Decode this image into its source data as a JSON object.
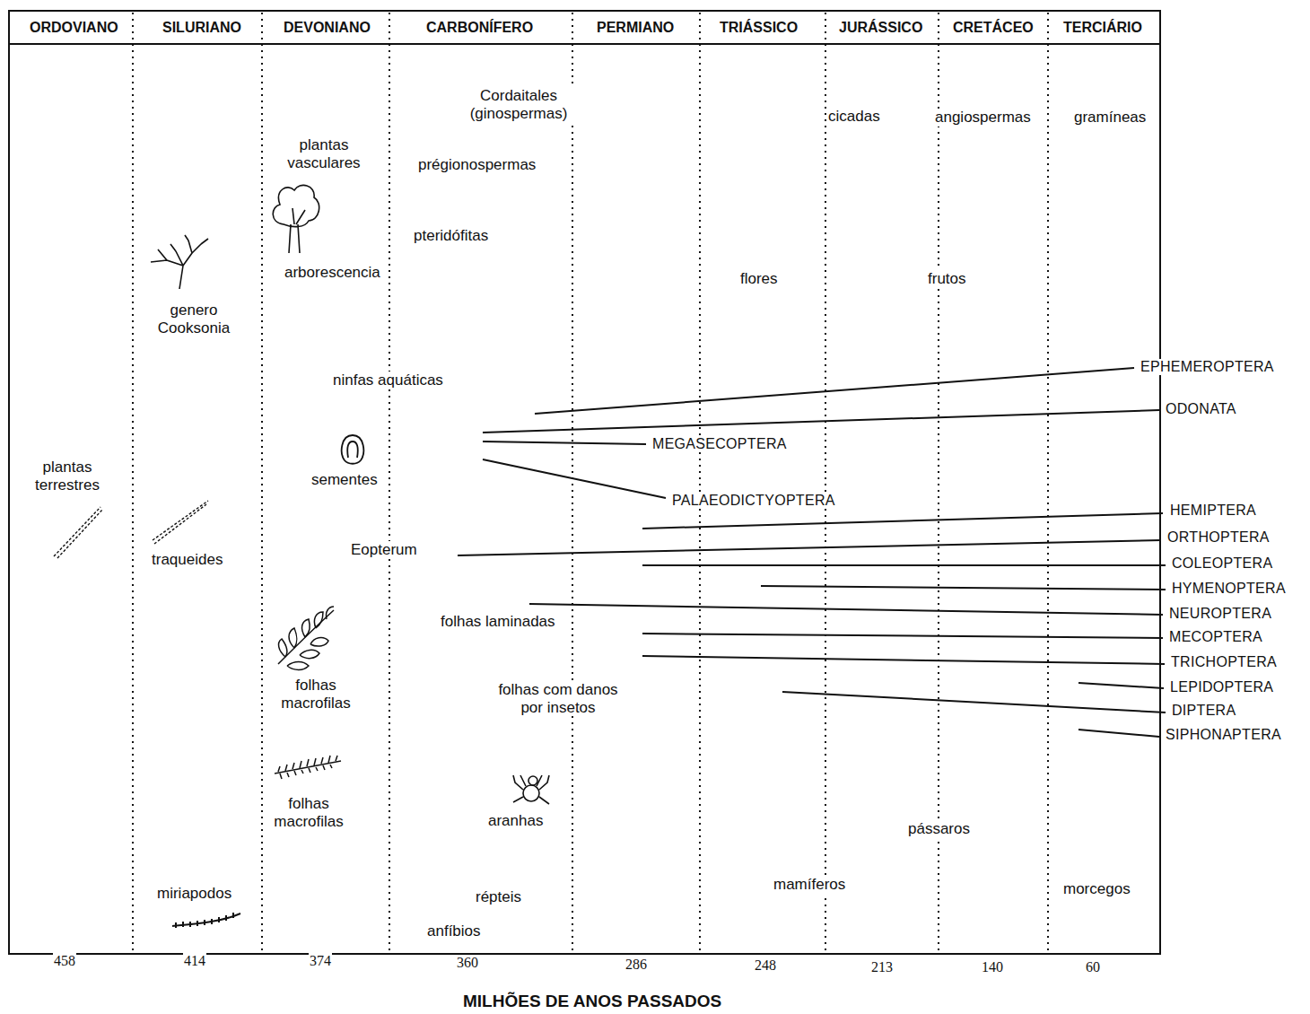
{
  "diagram": {
    "labels": [
      "ORDOVIANO",
      "SILURIANO",
      "DEVONIANO",
      "CARBONÍFERO",
      "PERMIANO",
      "TRIÁSSICO",
      "JURÁSSICO",
      "CRETÁCEO",
      "TERCIÁRIO",
      "Cordaitales (ginospermas)",
      "cicadas",
      "angiospermas",
      "gramíneas",
      "plantas vasculares",
      "prégionospermas",
      "pteridófitas",
      "arborescencia",
      "flores",
      "frutos",
      "genero Cooksonia",
      "ninfas aquáticas",
      "plantas terrestres",
      "sementes",
      "Eopterum",
      "traqueides",
      "folhas laminadas",
      "folhas macrofilas",
      "folhas com danos por insetos",
      "folhas macrofilas",
      "aranhas",
      "pássaros",
      "mamíferos",
      "miriapodos",
      "répteis",
      "morcegos",
      "anfíbios",
      "EPHEMEROPTERA",
      "ODONATA",
      "MEGASECOPTERA",
      "PALAEODICTYOPTERA",
      "HEMIPTERA",
      "ORTHOPTERA",
      "COLEOPTERA",
      "HYMENOPTERA",
      "NEUROPTERA",
      "MECOPTERA",
      "TRICHOPTERA",
      "LEPIDOPTERA",
      "DIPTERA",
      "SIPHONAPTERA",
      "458",
      "414",
      "374",
      "360",
      "286",
      "248",
      "213",
      "140",
      "60",
      "MILHÕES DE ANOS PASSADOS"
    ]
  }
}
